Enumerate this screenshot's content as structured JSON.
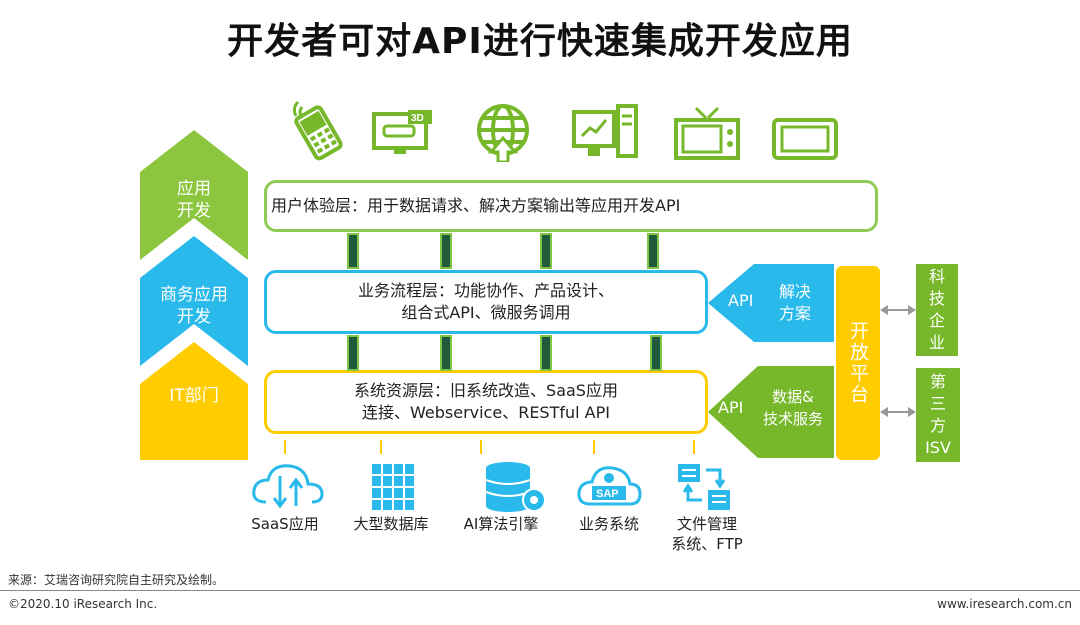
{
  "title": "开发者可对API进行快速集成开发应用",
  "left_arrows": [
    {
      "label": "应用\n开发",
      "color": "#8cc63f"
    },
    {
      "label": "商务应用\n开发",
      "color": "#29b9ea"
    },
    {
      "label": "IT部门",
      "color": "#ffcc00"
    }
  ],
  "device_icons": [
    "mobile-phone-icon",
    "3d-monitor-icon",
    "globe-icon",
    "desktop-computer-icon",
    "television-icon",
    "tablet-icon"
  ],
  "layers": {
    "ux": "用户体验层：用于数据请求、解决方案输出等应用开发API",
    "business": "业务流程层：功能协作、产品设计、\n组合式API、微服务调用",
    "system": "系统资源层：旧系统改造、SaaS应用\n连接、Webservice、RESTful API"
  },
  "right_arrows": [
    {
      "api": "API",
      "label": "解决\n方案",
      "color": "#29b9ea"
    },
    {
      "api": "API",
      "label": "数据&\n技术服务",
      "color": "#76b82a"
    }
  ],
  "platform": "开放平台",
  "partners": [
    "科\n技\n企\n业",
    "第\n三\n方\nISV"
  ],
  "resources": [
    {
      "icon": "cloud-sync-icon",
      "label": "SaaS应用"
    },
    {
      "icon": "server-database-icon",
      "label": "大型数据库"
    },
    {
      "icon": "database-gear-icon",
      "label": "AI算法引擎"
    },
    {
      "icon": "sap-cloud-icon",
      "label": "业务系统"
    },
    {
      "icon": "file-transfer-icon",
      "label": "文件管理\n系统、FTP"
    }
  ],
  "footer": {
    "source": "来源：艾瑞咨询研究院自主研究及绘制。",
    "copyright": "©2020.10 iResearch Inc.",
    "url": "www.iresearch.com.cn"
  }
}
